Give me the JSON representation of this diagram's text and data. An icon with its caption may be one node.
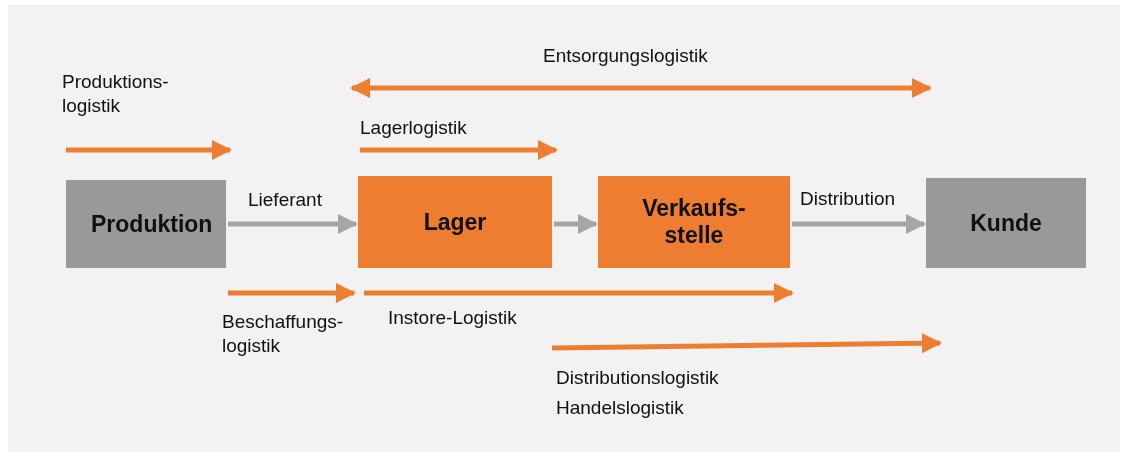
{
  "diagram": {
    "nodes": [
      {
        "text": [
          "Produktion"
        ]
      },
      {
        "text": [
          "Lager"
        ]
      },
      {
        "text": [
          "Verkaufs- stelle"
        ]
      },
      {
        "text": [
          "Kunde"
        ]
      }
    ],
    "edges": [
      {
        "from": 0,
        "to": 1,
        "arrow": "to",
        "label": "Lieferant"
      },
      {
        "from": 1,
        "to": 2,
        "arrow": "to"
      },
      {
        "from": 2,
        "to": 3,
        "arrow": "to",
        "label": "Distribution"
      }
    ],
    "labels": [
      "Entsorgungslogistik",
      "Produktions- logistik",
      "Lagerlogistik",
      "Beschaffungs- logistik",
      "Instore-Logistik",
      "Distributionslogistik",
      "Handelslogistik"
    ]
  }
}
